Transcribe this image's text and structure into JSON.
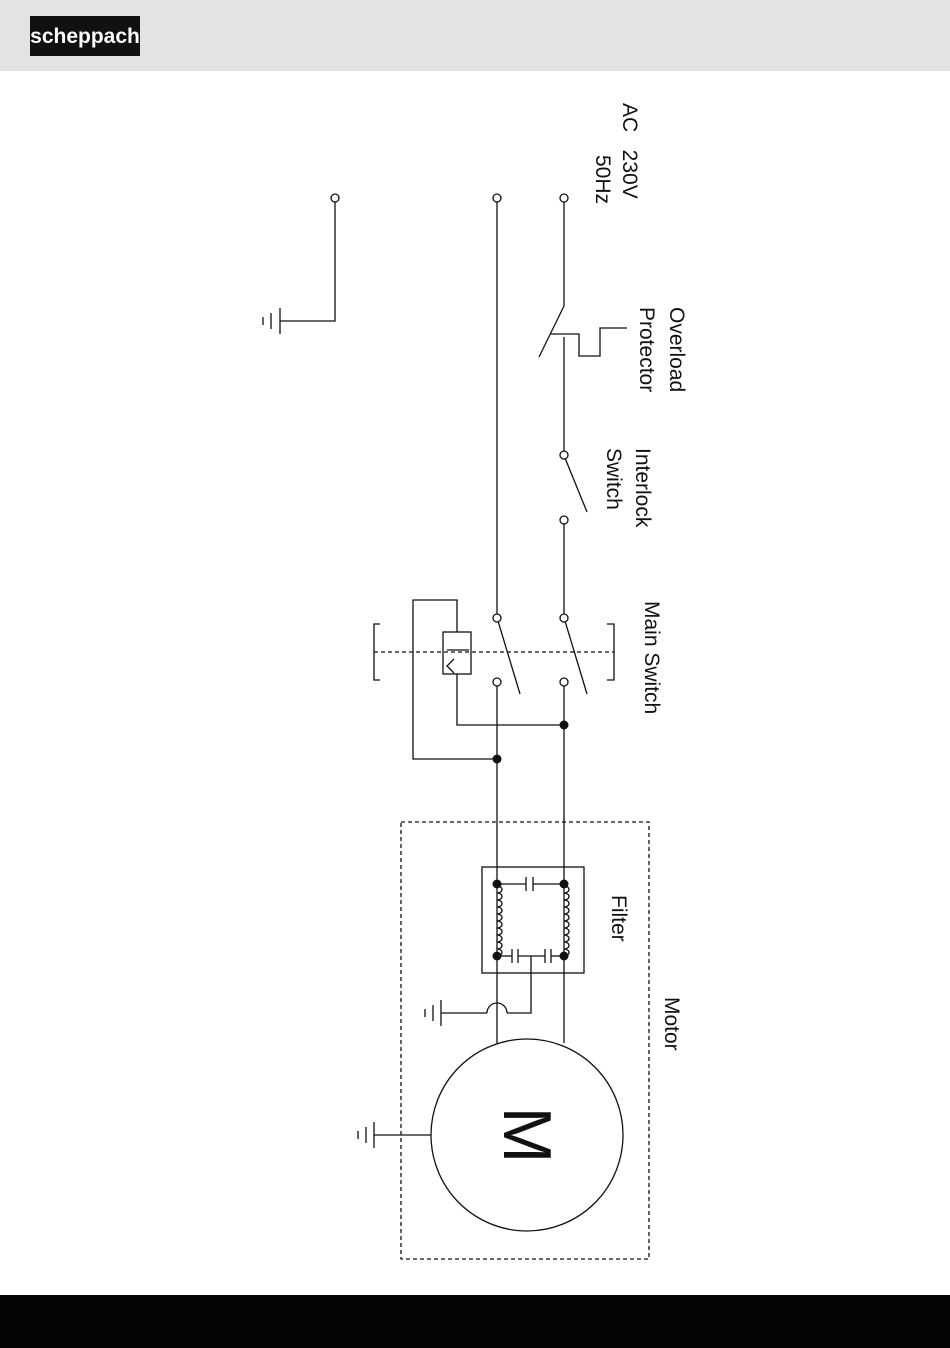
{
  "header": {
    "brand": "scheppach"
  },
  "diagram": {
    "supply_line1": "AC   230V",
    "supply_line2": "50Hz",
    "overload_line1": "Overload",
    "overload_line2": "Protector",
    "interlock_line1": "Interlock",
    "interlock_line2": "Switch",
    "main_switch": "Main Switch",
    "filter": "Filter",
    "motor": "Motor",
    "motor_symbol": "M"
  }
}
